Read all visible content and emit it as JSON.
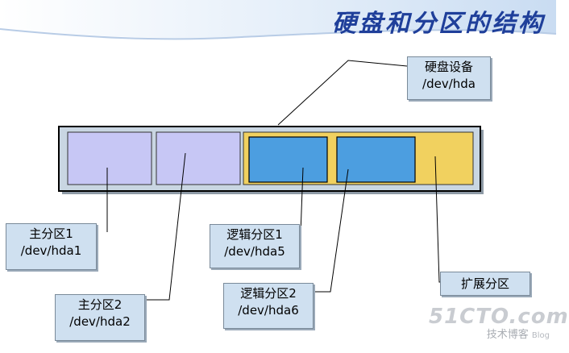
{
  "title": "硬盘和分区的结构",
  "disk": {
    "name": "硬盘设备",
    "device": "/dev/hda"
  },
  "partitions": [
    {
      "name": "主分区1",
      "device": "/dev/hda1"
    },
    {
      "name": "主分区2",
      "device": "/dev/hda2"
    }
  ],
  "logical": [
    {
      "name": "逻辑分区1",
      "device": "/dev/hda5"
    },
    {
      "name": "逻辑分区2",
      "device": "/dev/hda6"
    }
  ],
  "extended": {
    "name": "扩展分区"
  },
  "watermark": {
    "logo": "51CTO.com",
    "sub": "技术博客",
    "blog": "Blog"
  },
  "colors": {
    "title": "#1f3f9a",
    "disk_fill": "#c9d6e2",
    "primary_fill": "#c7c7f5",
    "extended_fill": "#f1d15f",
    "logical_fill": "#4c9ee0",
    "label_fill": "#cfe0f0"
  }
}
